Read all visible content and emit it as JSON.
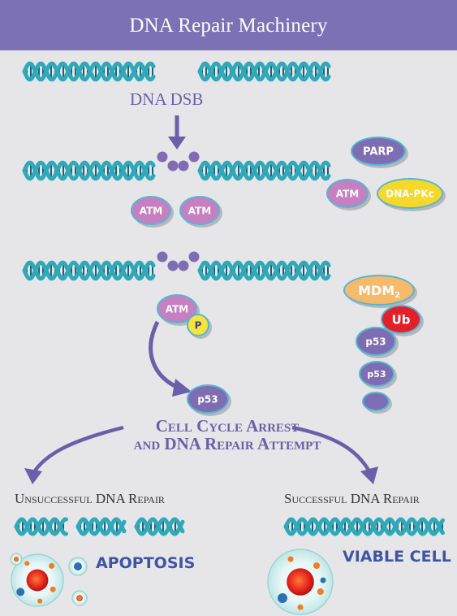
{
  "title": "DNA Repair Machinery",
  "labels": {
    "dsb": "DNA DSB",
    "atm": "ATM",
    "parp": "PARP",
    "dnapk": "DNA-PKc",
    "mdm2": "MDM",
    "mdm2_sub": "2",
    "ub": "Ub",
    "p53": "p53",
    "p": "P",
    "arrest_line1": "Cell Cycle Arrest",
    "arrest_line2": "and DNA Repair Attempt",
    "unsuccessful": "Unsuccessful DNA Repair",
    "successful": "Successful DNA Repair",
    "apoptosis": "APOPTOSIS",
    "viable": "VIABLE CELL"
  },
  "colors": {
    "header": "#7c71b5",
    "dna_strand": "#2fa9b9",
    "dna_rung": "#1f5f78",
    "atm": "#c67fc0",
    "parp": "#7f6db3",
    "dnapk": "#f5d829",
    "mdm2": "#f7b96a",
    "ub": "#e3202a",
    "p53": "#7f6db3",
    "phospho": "#f5e43a",
    "arrow": "#6a5fa8",
    "ring": "#52b8d3"
  }
}
